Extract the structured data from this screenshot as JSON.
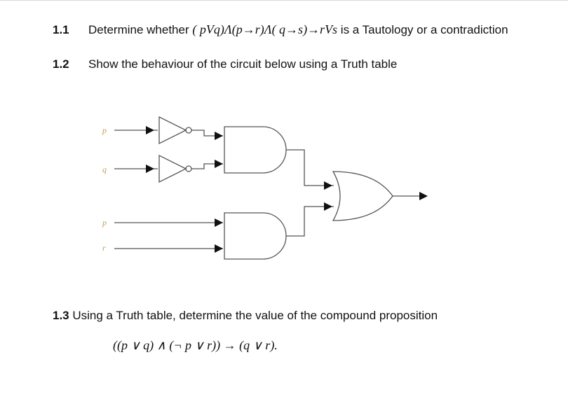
{
  "questions": [
    {
      "number": "1.1",
      "text": "Determine whether ",
      "formula": "( pVq)Λ(p→r)Λ( q→s)→rVs",
      "text_after": " is a Tautology or a contradiction"
    },
    {
      "number": "1.2",
      "text": "Show the behaviour of the circuit below using a Truth table"
    },
    {
      "number": "1.3",
      "text": " Using a Truth table, determine the value of the compound proposition"
    }
  ],
  "compound_expression": "((p ∨ q) ∧ (¬ p ∨ r)) → (q ∨ r).",
  "circuit": {
    "inputs": [
      "p",
      "q",
      "p",
      "r"
    ],
    "gates": [
      "NOT",
      "NOT",
      "AND",
      "AND",
      "OR"
    ]
  }
}
